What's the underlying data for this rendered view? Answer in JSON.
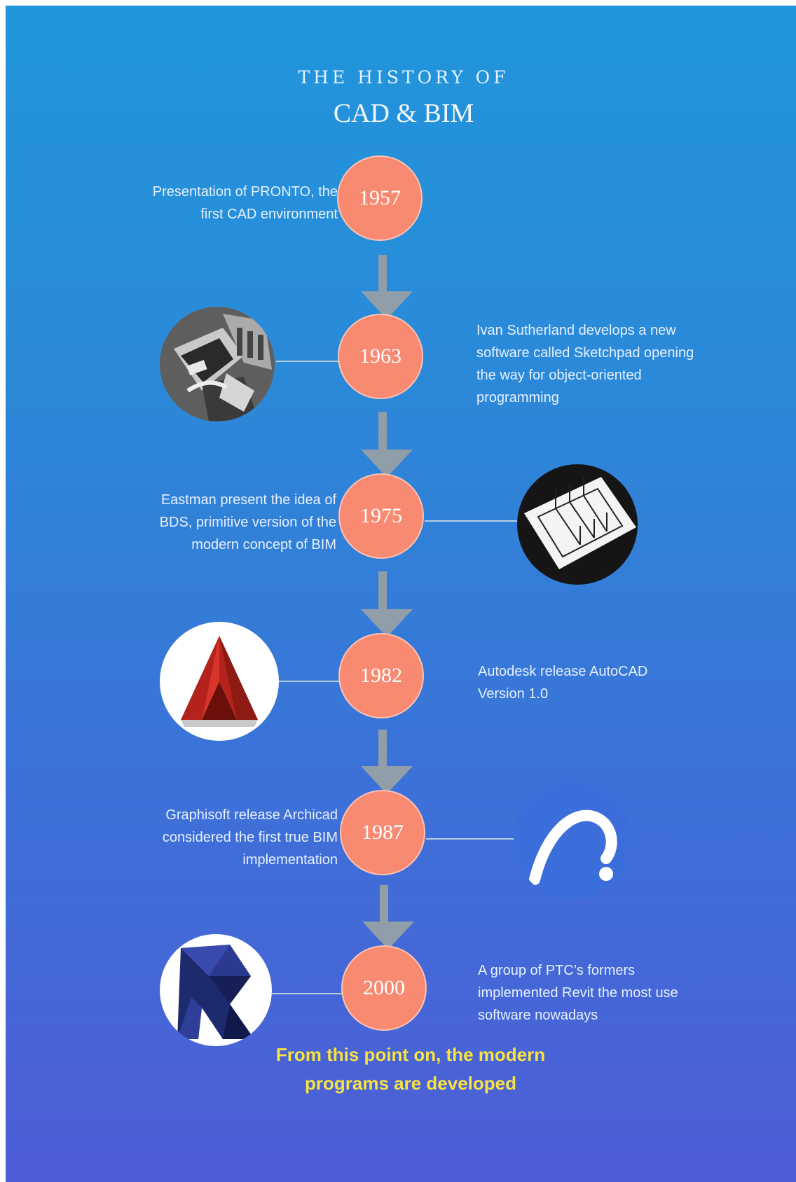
{
  "header": {
    "title_line1": "THE HISTORY OF",
    "title_line2": "CAD & BIM"
  },
  "timeline": [
    {
      "year": "1957",
      "description": "Presentation of PRONTO, the first CAD environment"
    },
    {
      "year": "1963",
      "description": "Ivan Sutherland develops a new software called Sketchpad opening the way for object-oriented programming"
    },
    {
      "year": "1975",
      "description": "Eastman present the idea of BDS, primitive version of the modern concept of BIM"
    },
    {
      "year": "1982",
      "description": "Autodesk release AutoCAD Version 1.0"
    },
    {
      "year": "1987",
      "description": "Graphisoft release Archicad considered the first true BIM implementation"
    },
    {
      "year": "2000",
      "description": "A group of PTC’s formers implemented Revit the most use software nowadays"
    }
  ],
  "footer_note": "From this point on, the modern programs are developed",
  "colors": {
    "circle_fill": "#f98a72",
    "arrow": "#8f9ea8",
    "footer_text": "#f7e23f"
  }
}
